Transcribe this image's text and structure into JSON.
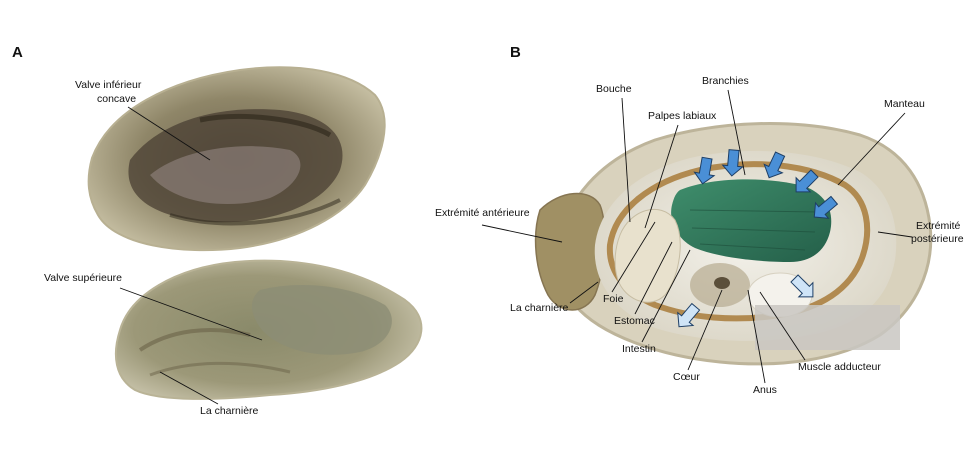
{
  "panels": {
    "a": {
      "letter": "A"
    },
    "b": {
      "letter": "B"
    }
  },
  "labels_a": {
    "valve_inf_1": "Valve inférieur",
    "valve_inf_2": "concave",
    "valve_sup": "Valve supérieure",
    "charniere": "La charnière"
  },
  "labels_b": {
    "bouche": "Bouche",
    "branchies": "Branchies",
    "palpes": "Palpes labiaux",
    "manteau": "Manteau",
    "ext_ant": "Extrémité antérieure",
    "ext_post_1": "Extrémité",
    "ext_post_2": "postérieure",
    "charniere": "La charnière",
    "foie": "Foie",
    "estomac": "Estomac",
    "intestin": "Intestin",
    "coeur": "Cœur",
    "anus": "Anus",
    "muscle": "Muscle adducteur"
  },
  "colors": {
    "shell_outer": "#9a9166",
    "shell_dark": "#3d3526",
    "shell_inner": "#e9e6dc",
    "gills": "#2f7a5e",
    "mantle_edge": "#a87b3a",
    "arrow_blue": "#4a8fd6",
    "arrow_light": "#cfe4f7"
  }
}
